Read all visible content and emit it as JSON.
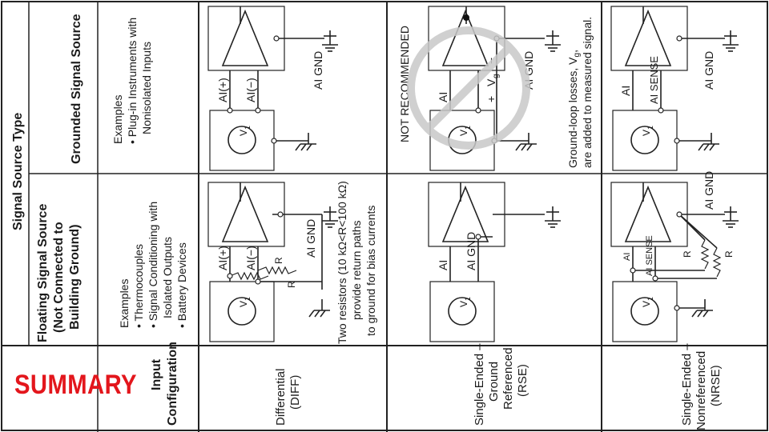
{
  "header": {
    "signal_source_type": "Signal Source Type",
    "input_configuration": [
      "Input",
      "Configuration"
    ]
  },
  "columns": {
    "floating": {
      "title": [
        "Floating Signal Source",
        "(Not Connected to",
        "Building Ground)"
      ],
      "examples_label": "Examples",
      "examples": [
        "• Thermocouples",
        "• Signal Conditioning with",
        "Isolated Outputs",
        "• Battery Devices"
      ]
    },
    "grounded": {
      "title": "Grounded Signal Source",
      "examples_label": "Examples",
      "examples": [
        "• Plug-in Instruments with",
        "Nonisolated Inputs"
      ]
    }
  },
  "rows": {
    "diff": {
      "label": [
        "Differential",
        "(DIFF)"
      ],
      "floating_labels": {
        "ai_pos": "AI(+)",
        "ai_neg": "AI(−)",
        "ai_gnd": "AI GND",
        "r1": "R",
        "r2": "R",
        "v1": "V",
        "v1_sub": "1"
      },
      "floating_note": [
        "Two resistors (10 kΩ<R<100 kΩ)",
        "provide return paths",
        "to ground for bias currents"
      ],
      "grounded_labels": {
        "ai_pos": "AI(+)",
        "ai_neg": "AI(−)",
        "ai_gnd": "AI GND",
        "v1": "V",
        "v1_sub": "1"
      }
    },
    "rse": {
      "label": [
        "Single-Ended –",
        "Ground",
        "Referenced",
        "(RSE)"
      ],
      "floating_labels": {
        "ai": "AI",
        "ai_gnd": "AI GND",
        "v1": "V",
        "v1_sub": "1"
      },
      "grounded_labels": {
        "ai": "AI",
        "ai_gnd": "AI GND",
        "vg": "V",
        "vg_sub": "g",
        "plus": "+",
        "minus": "−",
        "v1": "V",
        "v1_sub": "1"
      },
      "not_recommended": "NOT RECOMMENDED",
      "ground_loop_note": [
        "Ground-loop losses, V",
        "g",
        ",",
        "are added to measured signal."
      ]
    },
    "nrse": {
      "label": [
        "Single-Ended –",
        "Nonreferenced",
        "(NRSE)"
      ],
      "floating_labels": {
        "ai": "AI",
        "ai_sense": "AI SENSE",
        "ai_gnd": "AI GND",
        "r1": "R",
        "r2": "R",
        "v1": "V",
        "v1_sub": "1"
      },
      "grounded_labels": {
        "ai": "AI",
        "ai_sense": "AI SENSE",
        "ai_gnd": "AI GND",
        "v1": "V",
        "v1_sub": "1"
      }
    }
  },
  "summary": "SUMMARY",
  "colors": {
    "summary": "#e3161c",
    "prohibit": "#c8c8c8",
    "background": "#000000",
    "slide": "#ffffff"
  }
}
